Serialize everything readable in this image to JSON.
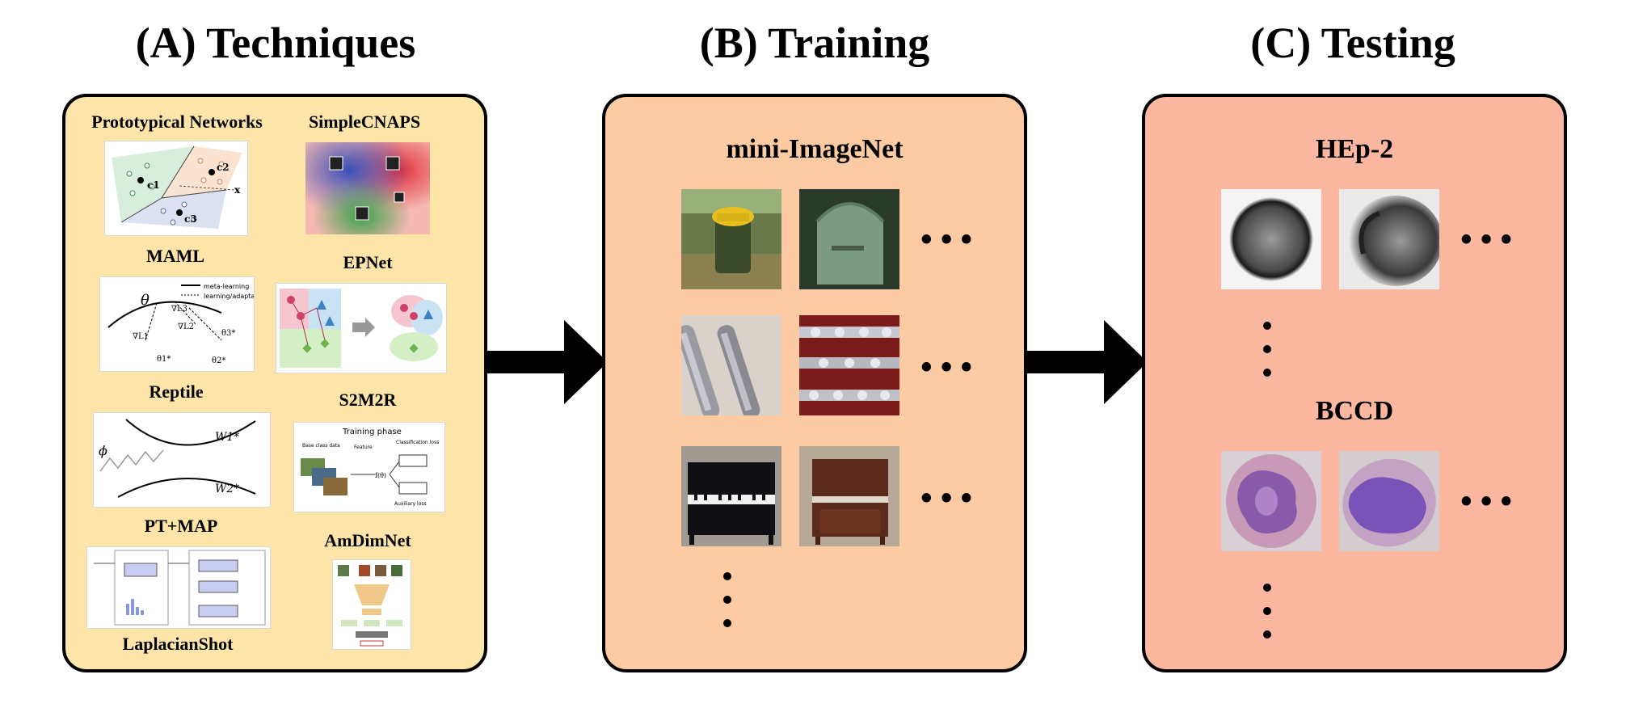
{
  "headings": {
    "techniques": "(A) Techniques",
    "training": "(B) Training",
    "testing": "(C) Testing"
  },
  "techniques": {
    "protonet": "Prototypical Networks",
    "simplecnaps": "SimpleCNAPS",
    "maml": "MAML",
    "epnet": "EPNet",
    "reptile": "Reptile",
    "s2m2r": "S2M2R",
    "ptmap": "PT+MAP",
    "amdimnet": "AmDimNet",
    "laplacianshot": "LaplacianShot"
  },
  "training": {
    "dataset": "mini-ImageNet",
    "ellipsis": "•••"
  },
  "testing": {
    "dataset1": "HEp-2",
    "dataset2": "BCCD",
    "ellipsis": "•••"
  },
  "colors": {
    "panel_a": "#fde4a8",
    "panel_b": "#fdcba3",
    "panel_c": "#fbb7a0",
    "arrow": "#000000"
  }
}
